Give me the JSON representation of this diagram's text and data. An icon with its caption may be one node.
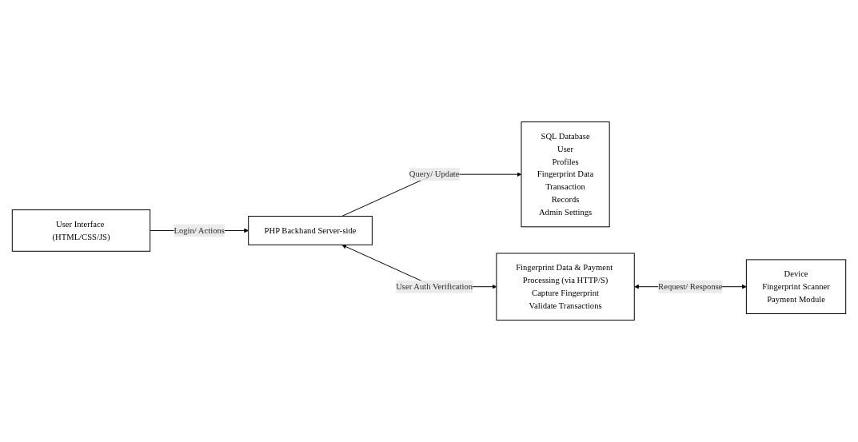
{
  "diagram": {
    "nodes": [
      {
        "text": [
          "User Interface (HTML/CSS/JS)"
        ]
      },
      {
        "text": [
          "PHP Backhand Server-side"
        ]
      },
      {
        "text": [
          "SQL Database",
          "User",
          "Profiles",
          "Fingerprint Data",
          "Transaction",
          "Records",
          "Admin Settings"
        ]
      },
      {
        "text": [
          "Fingerprint Data & Payment Processing (via HTTP/S)",
          "Capture Fingerprint",
          "Validate Transactions"
        ]
      },
      {
        "text": [
          "Device",
          "Fingerprint Scanner",
          "Payment Module"
        ]
      }
    ],
    "edges": [
      {
        "from": 0,
        "to": 1,
        "arrow": "to",
        "label": "Login/ Actions"
      },
      {
        "from": 1,
        "to": 2,
        "arrow": "to",
        "label": "Query/ Update"
      },
      {
        "from": 1,
        "to": 3,
        "arrow": "both",
        "label": "User Auth Verification"
      },
      {
        "from": 3,
        "to": 4,
        "arrow": "both",
        "label": "Request/ Response"
      }
    ]
  }
}
